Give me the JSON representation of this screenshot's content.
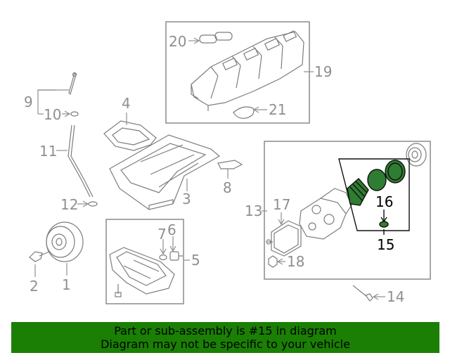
{
  "callouts": {
    "c1": "1",
    "c2": "2",
    "c3": "3",
    "c4": "4",
    "c5": "5",
    "c6": "6",
    "c7": "7",
    "c8": "8",
    "c9": "9",
    "c10": "10",
    "c11": "11",
    "c12": "12",
    "c13": "13",
    "c14": "14",
    "c15": "15",
    "c16": "16",
    "c17": "17",
    "c18": "18",
    "c19": "19",
    "c20": "20",
    "c21": "21"
  },
  "highlight": {
    "part_number": "15",
    "color": "#2e7d32"
  },
  "banner": {
    "line1": "Part or sub-assembly is #15 in diagram",
    "line2": "Diagram may not be specific to your vehicle",
    "color": "#1a7f04"
  }
}
